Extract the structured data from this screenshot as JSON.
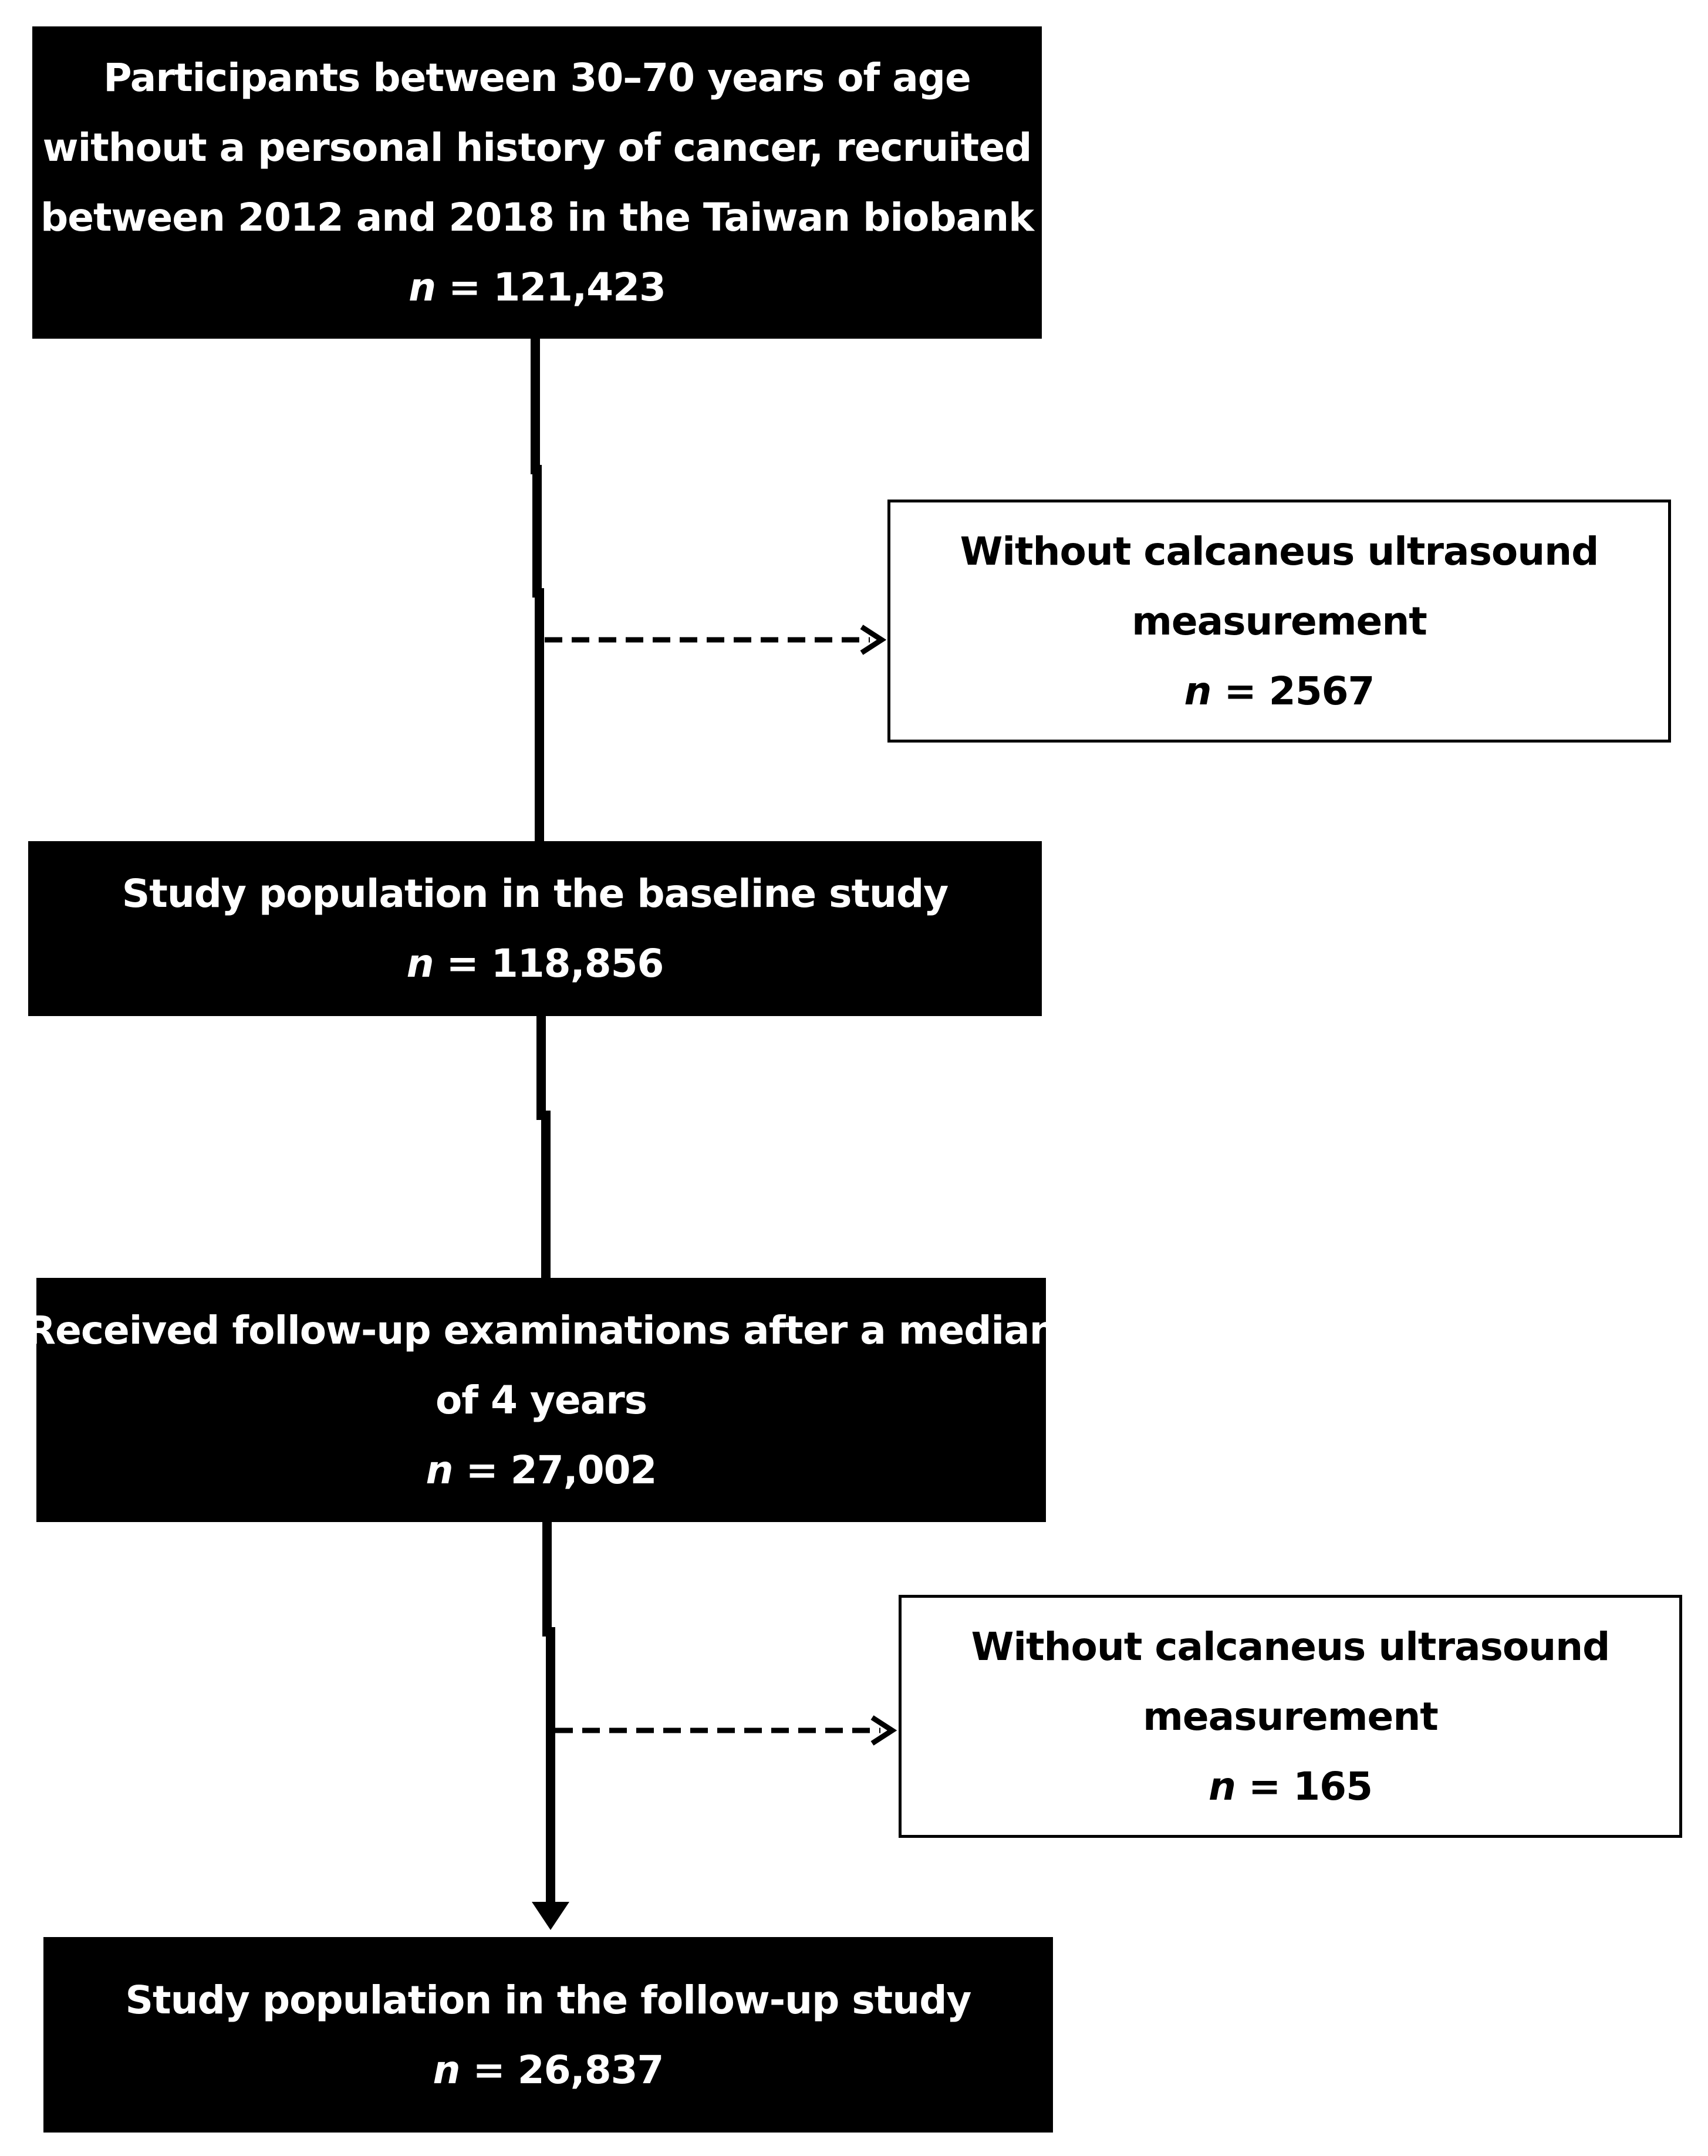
{
  "boxes": {
    "start": {
      "lines": [
        "Participants between 30–70 years of age",
        "without a personal history of cancer, recruited",
        "between 2012 and 2018 in the Taiwan biobank"
      ],
      "n_symbol": "n",
      "n_value": " = 121,423"
    },
    "excluded_1": {
      "lines": [
        "Without calcaneus ultrasound",
        "measurement"
      ],
      "n_symbol": "n",
      "n_value": " = 2567"
    },
    "baseline": {
      "lines": [
        "Study population in the baseline study"
      ],
      "n_symbol": "n",
      "n_value": " = 118,856"
    },
    "followup": {
      "lines": [
        "Received follow-up examinations after a median",
        "of 4 years"
      ],
      "n_symbol": "n",
      "n_value": " = 27,002"
    },
    "excluded_2": {
      "lines": [
        "Without calcaneus ultrasound",
        "measurement"
      ],
      "n_symbol": "n",
      "n_value": " = 165"
    },
    "final": {
      "lines": [
        "Study population in the follow-up study"
      ],
      "n_symbol": "n",
      "n_value": " = 26,837"
    }
  },
  "colors": {
    "dark_box_fill": "#000000",
    "dark_box_text": "#ffffff",
    "light_box_fill": "#ffffff",
    "light_box_text": "#000000",
    "connector": "#000000"
  }
}
